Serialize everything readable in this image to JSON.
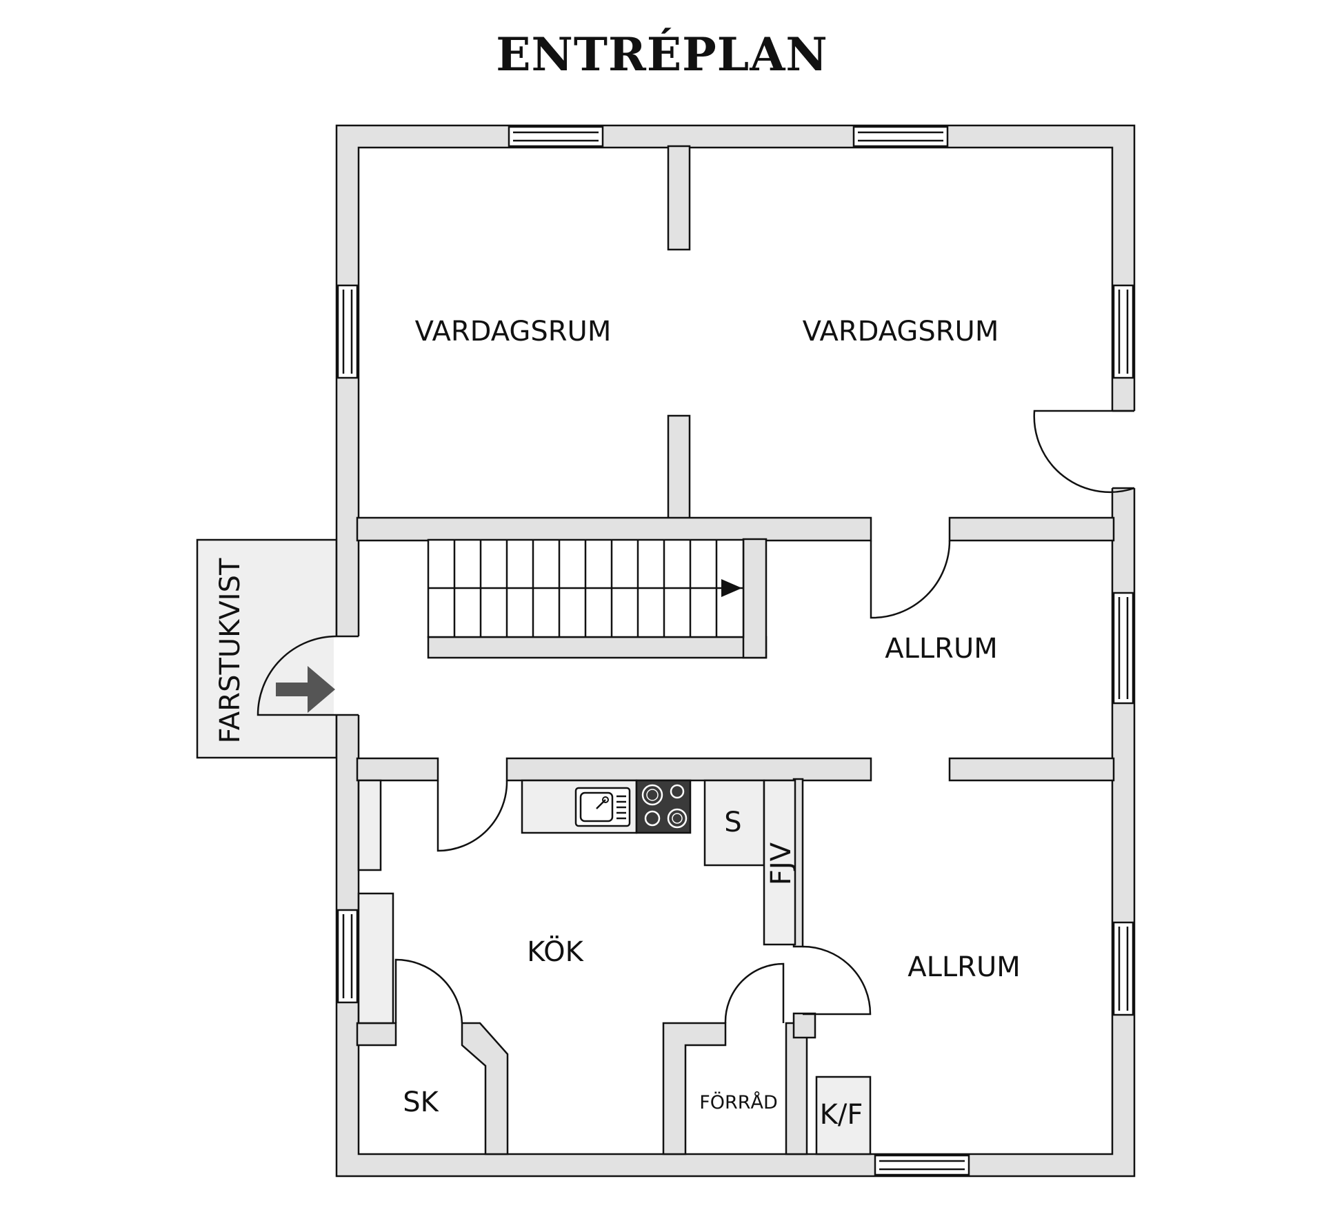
{
  "title": "ENTRÉPLAN",
  "rooms": {
    "vardagsrum_left": "VARDAGSRUM",
    "vardagsrum_right": "VARDAGSRUM",
    "allrum_top": "ALLRUM",
    "allrum_bottom": "ALLRUM",
    "kok": "KÖK",
    "sk": "SK",
    "forrad": "FÖRRÅD",
    "kf": "K/F",
    "s": "S",
    "fjv": "FJV",
    "farstukvist": "FARSTUKVIST"
  },
  "colors": {
    "wall_fill": "#e2e2e2",
    "line": "#111111",
    "background": "#ffffff"
  }
}
